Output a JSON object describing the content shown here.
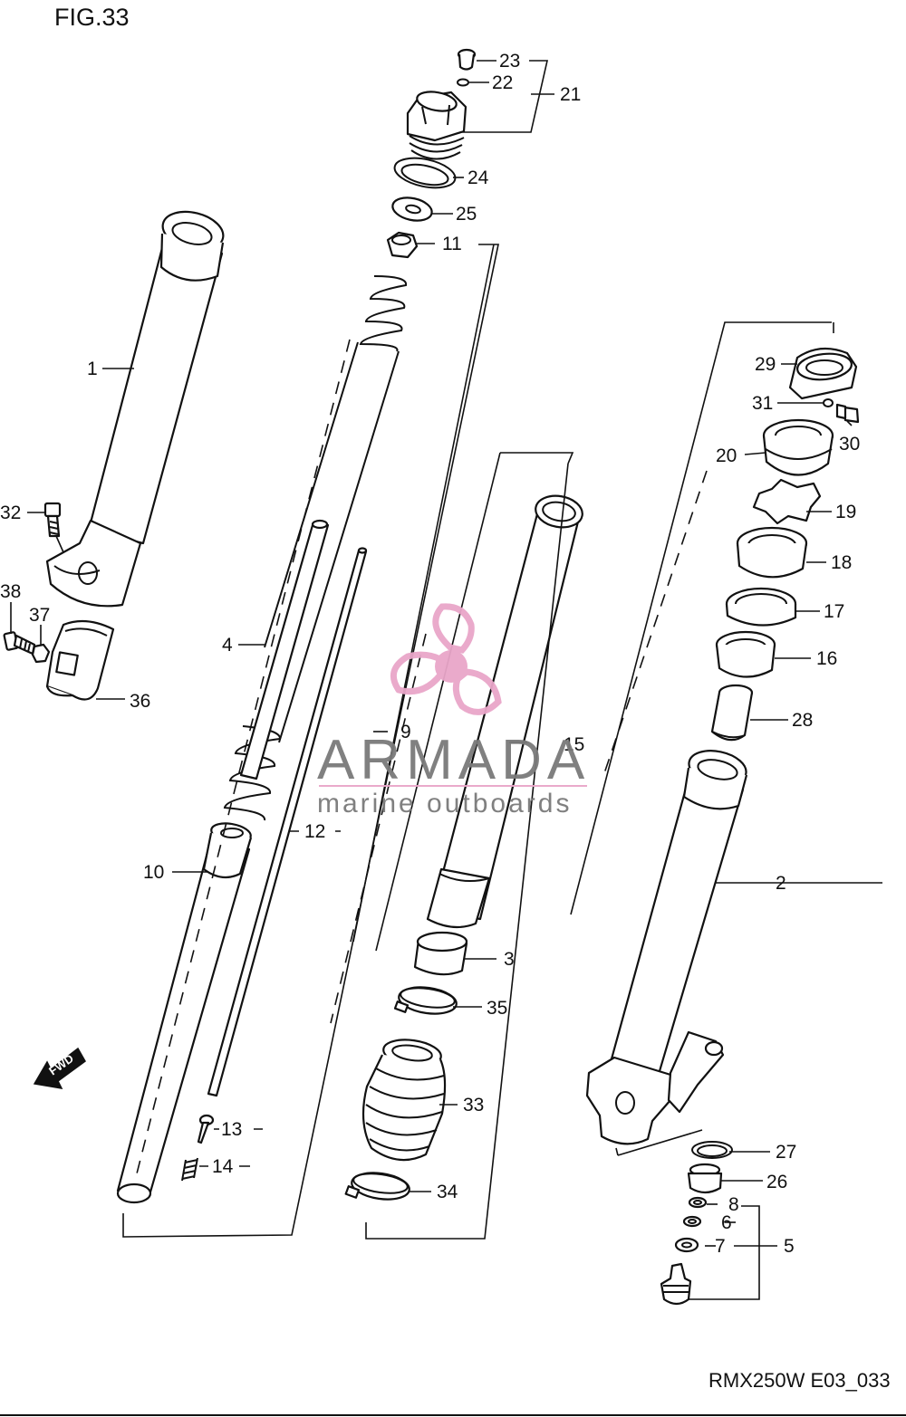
{
  "figure_title": "FIG.33",
  "diagram_code": "RMX250W E03_033",
  "fwd_arrow_label": "FWD",
  "watermark": {
    "brand": "ARMADA",
    "tagline": "marine outboards",
    "logo_color": "#e9a6c9",
    "text_color": "#7a7a7a"
  },
  "callouts": [
    {
      "id": "1",
      "text": "1"
    },
    {
      "id": "2",
      "text": "2"
    },
    {
      "id": "3",
      "text": "3"
    },
    {
      "id": "4",
      "text": "4"
    },
    {
      "id": "5",
      "text": "5"
    },
    {
      "id": "6",
      "text": "6"
    },
    {
      "id": "7",
      "text": "7"
    },
    {
      "id": "8",
      "text": "8"
    },
    {
      "id": "9",
      "text": "9"
    },
    {
      "id": "10",
      "text": "10"
    },
    {
      "id": "11",
      "text": "11"
    },
    {
      "id": "12",
      "text": "12"
    },
    {
      "id": "13",
      "text": "13"
    },
    {
      "id": "14",
      "text": "14"
    },
    {
      "id": "15",
      "text": "15"
    },
    {
      "id": "16",
      "text": "16"
    },
    {
      "id": "17",
      "text": "17"
    },
    {
      "id": "18",
      "text": "18"
    },
    {
      "id": "19",
      "text": "19"
    },
    {
      "id": "20",
      "text": "20"
    },
    {
      "id": "21",
      "text": "21"
    },
    {
      "id": "22",
      "text": "22"
    },
    {
      "id": "23",
      "text": "23"
    },
    {
      "id": "24",
      "text": "24"
    },
    {
      "id": "25",
      "text": "25"
    },
    {
      "id": "26",
      "text": "26"
    },
    {
      "id": "27",
      "text": "27"
    },
    {
      "id": "28",
      "text": "28"
    },
    {
      "id": "29",
      "text": "29"
    },
    {
      "id": "30",
      "text": "30"
    },
    {
      "id": "31",
      "text": "31"
    },
    {
      "id": "32",
      "text": "32"
    },
    {
      "id": "33",
      "text": "33"
    },
    {
      "id": "34",
      "text": "34"
    },
    {
      "id": "35",
      "text": "35"
    },
    {
      "id": "36",
      "text": "36"
    },
    {
      "id": "37",
      "text": "37"
    },
    {
      "id": "38",
      "text": "38"
    }
  ]
}
